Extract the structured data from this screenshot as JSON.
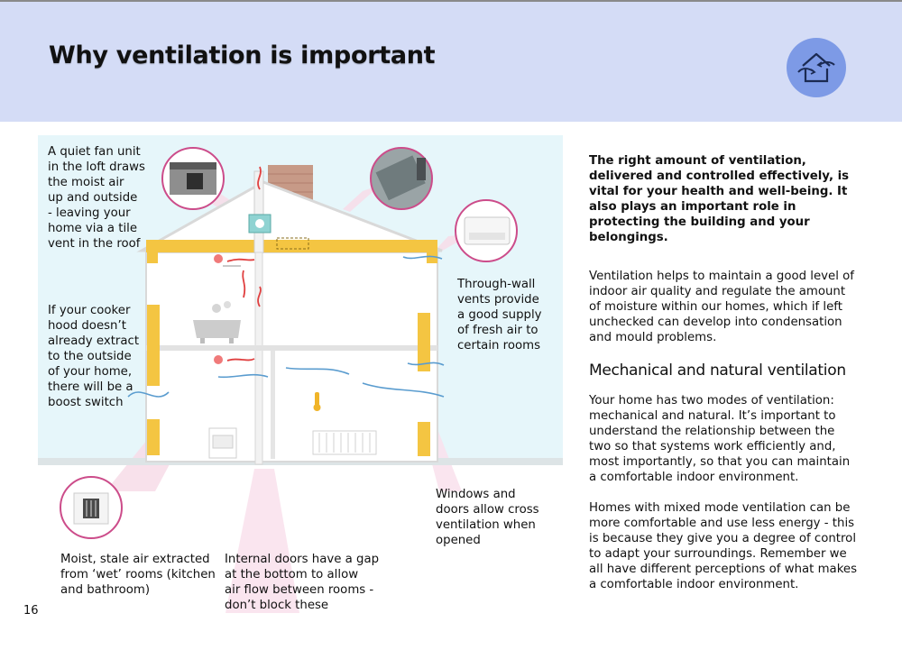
{
  "header": {
    "title": "Why ventilation is important",
    "icon": "house-ventilation-icon",
    "colors": {
      "band": "#d4dcf6",
      "badge": "#7d9ae6"
    }
  },
  "diagram": {
    "icons": [
      "loft-fan-unit-photo",
      "roof-tile-vent-photo",
      "through-wall-vent-photo",
      "extractor-fan-photo",
      "bath-icon",
      "thermometer-icon",
      "radiator-icon",
      "oven-icon",
      "fan-icon"
    ],
    "callouts": {
      "loft_fan": [
        "A quiet fan unit",
        "in the loft draws",
        "the moist air",
        "up and outside",
        "- leaving your",
        "home via a tile",
        "vent in the roof"
      ],
      "cooker_hood": [
        "If your cooker",
        "hood doesn’t",
        "already extract",
        "to the outside",
        "of your home,",
        "there will be a",
        "boost switch"
      ],
      "through_wall": [
        "Through-wall",
        "vents provide",
        "a good supply",
        "of fresh air to",
        "certain rooms"
      ],
      "windows": [
        "Windows and",
        "doors allow cross",
        "ventilation when",
        "opened"
      ],
      "extract": [
        "Moist, stale air extracted",
        "from ‘wet’ rooms (kitchen",
        "and bathroom)"
      ],
      "internal_doors": [
        "Internal doors have a gap",
        "at the bottom to allow",
        "air flow between rooms -",
        "don’t block these"
      ]
    }
  },
  "right": {
    "lead": "The right amount of ventilation, delivered and controlled effectively, is vital for your health and well-being. It also plays an important role in protecting the building and your belongings.",
    "para1": "Ventilation helps to maintain a good level of indoor air quality and regulate the amount of moisture within our homes, which if left unchecked can develop into condensation and mould problems.",
    "subheading": "Mechanical and natural ventilation",
    "para2": "Your home has two modes of ventilation: mechanical and natural. It’s important to understand the relationship between the two so that systems work efficiently and, most importantly, so that you can maintain a comfortable indoor environment.",
    "para3": "Homes with mixed mode ventilation can be more comfortable and use less energy - this is because they give you a degree of control to adapt your surroundings. Remember we all have different perceptions of what makes a comfortable indoor environment."
  },
  "page_number": "16"
}
